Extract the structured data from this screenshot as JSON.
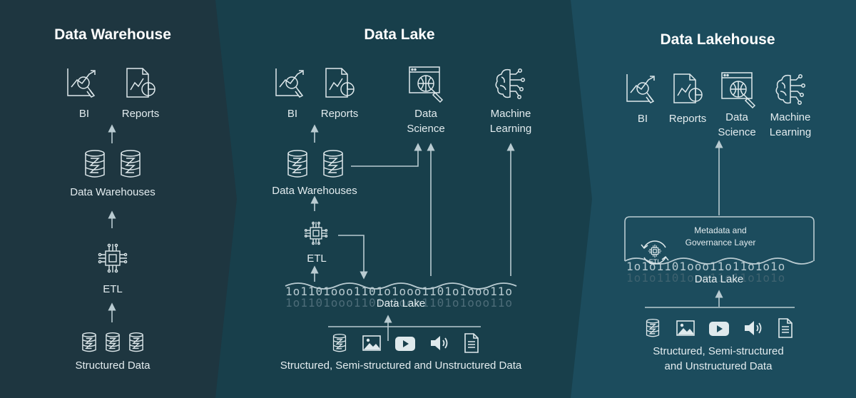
{
  "colors": {
    "panel_warehouse": "#1e3640",
    "panel_lake": "#183f4b",
    "panel_lakehouse": "#1c4c5d",
    "line": "#b9cbd1"
  },
  "warehouse": {
    "title": "Data Warehouse",
    "bi": "BI",
    "reports": "Reports",
    "storage": "Data Warehouses",
    "etl": "ETL",
    "source": "Structured Data"
  },
  "lake": {
    "title": "Data Lake",
    "bi": "BI",
    "reports": "Reports",
    "data_science": "Data\nScience",
    "machine_learning": "Machine\nLearning",
    "storage": "Data Warehouses",
    "etl": "ETL",
    "binary": "1o1101ooo1101o1ooo1101o1ooo11o",
    "data_lake": "Data Lake",
    "source": "Structured, Semi-structured and Unstructured Data"
  },
  "lakehouse": {
    "title": "Data Lakehouse",
    "bi": "BI",
    "reports": "Reports",
    "data_science": "Data\nScience",
    "machine_learning": "Machine\nLearning",
    "metadata_layer": "Metadata and\nGovernance Layer",
    "etl": "ETL",
    "binary": "1o1o1101ooo11o11o1o1o",
    "data_lake": "Data Lake",
    "source": "Structured, Semi-structured\nand Unstructured Data"
  },
  "icons": [
    "bi-dashboard-icon",
    "report-icon",
    "data-science-icon",
    "machine-learning-brain-icon",
    "database-icon",
    "etl-chip-icon",
    "image-icon",
    "video-play-icon",
    "audio-speaker-icon",
    "document-icon",
    "cycle-arrows-icon"
  ]
}
